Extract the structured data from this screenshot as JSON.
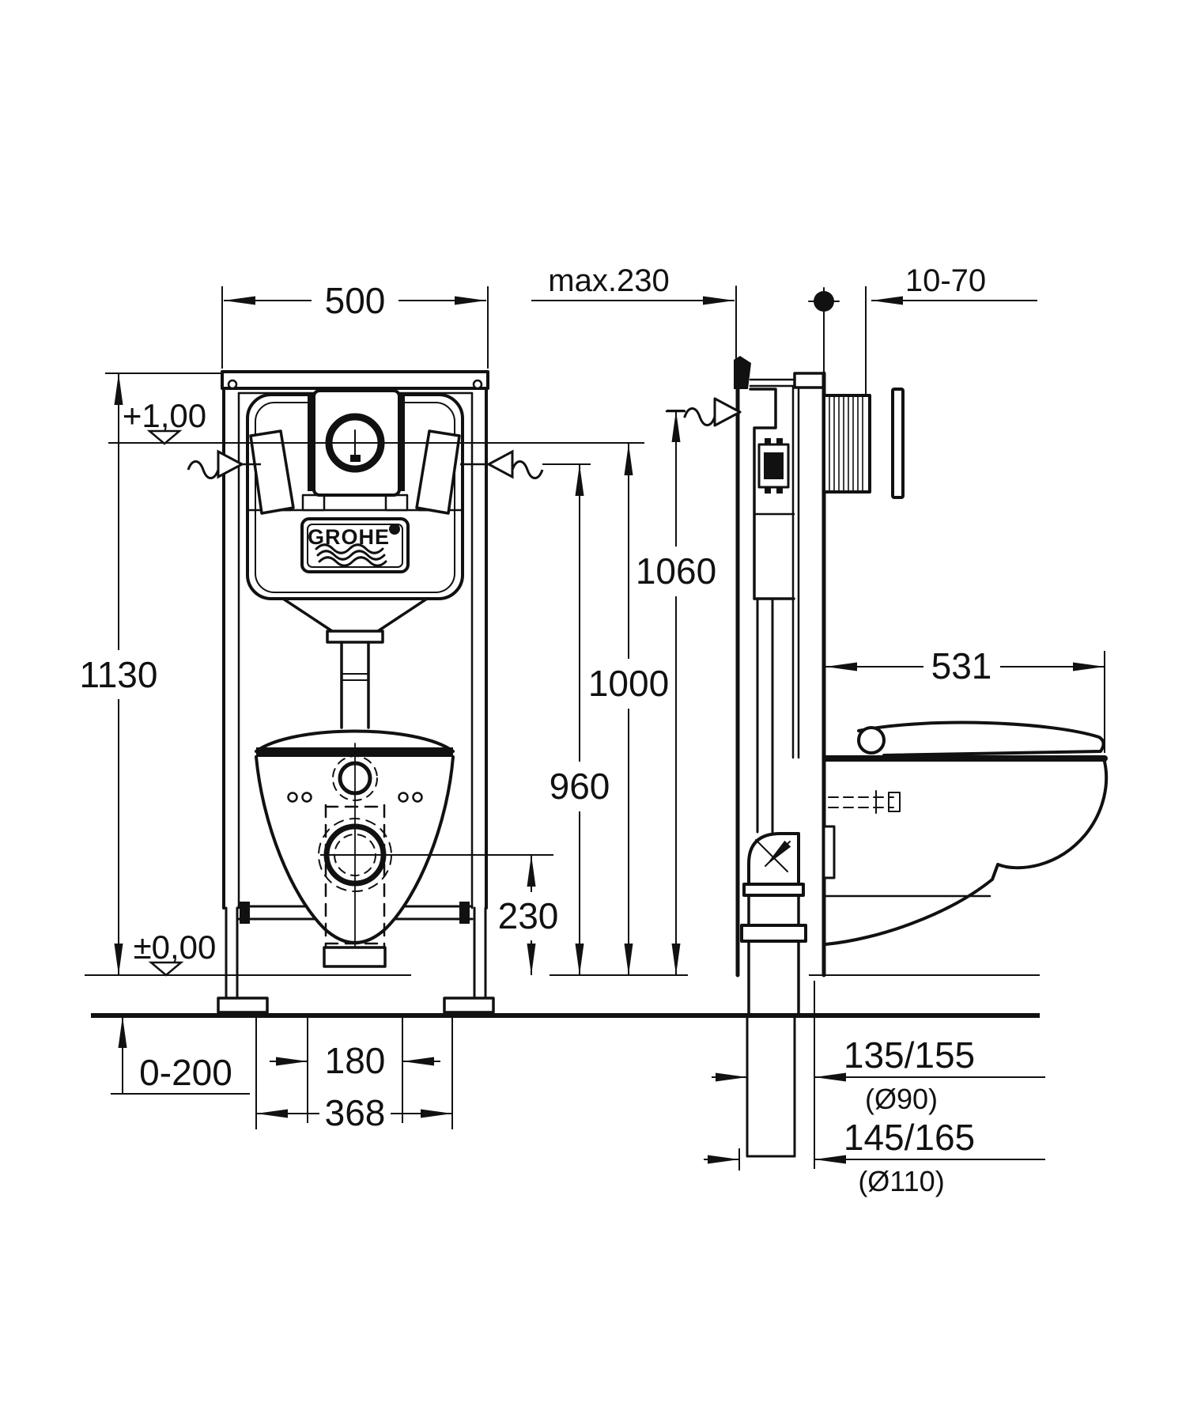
{
  "drawing": {
    "brand": {
      "logo_text": "GROHE"
    },
    "dimensions": {
      "frame_width": "500",
      "wall_offset": "max.230",
      "wall_thickness": "10-70",
      "frame_height": "1130",
      "level_top": "+1,00",
      "level_floor": "±0,00",
      "actuator_height": "1060",
      "plate_center_height": "1000",
      "supply_height": "960",
      "drain_center_height": "230",
      "bowl_depth": "531",
      "foot_adjust": "0-200",
      "stud_spacing": "180",
      "bowl_width": "368",
      "drain_offset_90": "135/155",
      "drain_dia_90": "(Ø90)",
      "drain_offset_110": "145/165",
      "drain_dia_110": "(Ø110)"
    }
  }
}
